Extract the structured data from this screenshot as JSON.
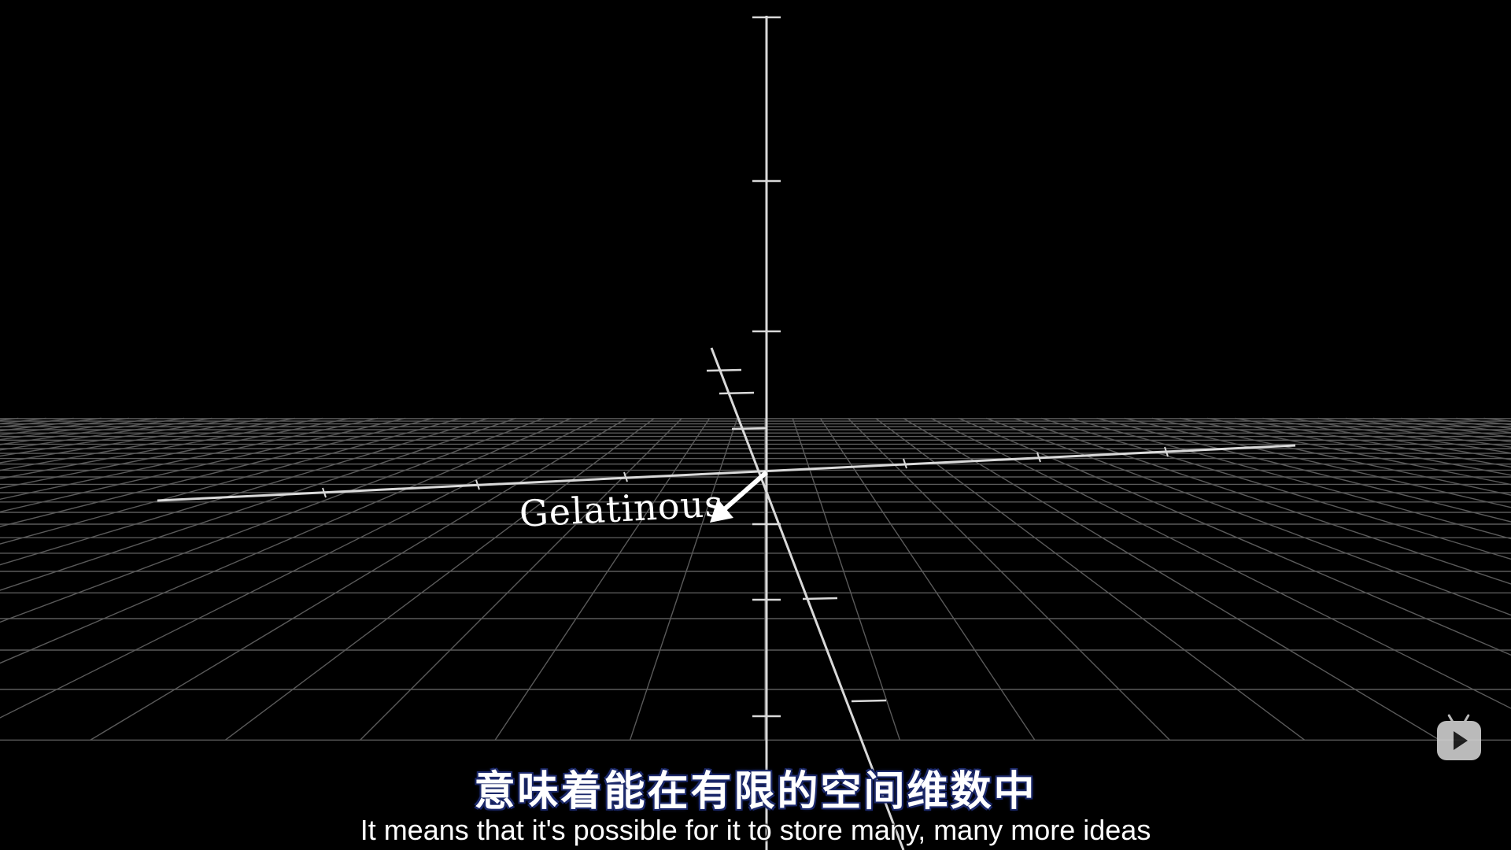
{
  "video": {
    "vector_label": "Gelatinous",
    "subtitle_zh": "意味着能在有限的空间维数中",
    "subtitle_en": "It means that it's possible for it to store many, many more ideas",
    "player_icon": "tv-play-icon"
  },
  "colors": {
    "background": "#000000",
    "grid_line": "#5a5a5a",
    "axis_line": "#d9d9d9",
    "vector": "#ffffff",
    "subtitle_outline": "#1d2a6b"
  }
}
